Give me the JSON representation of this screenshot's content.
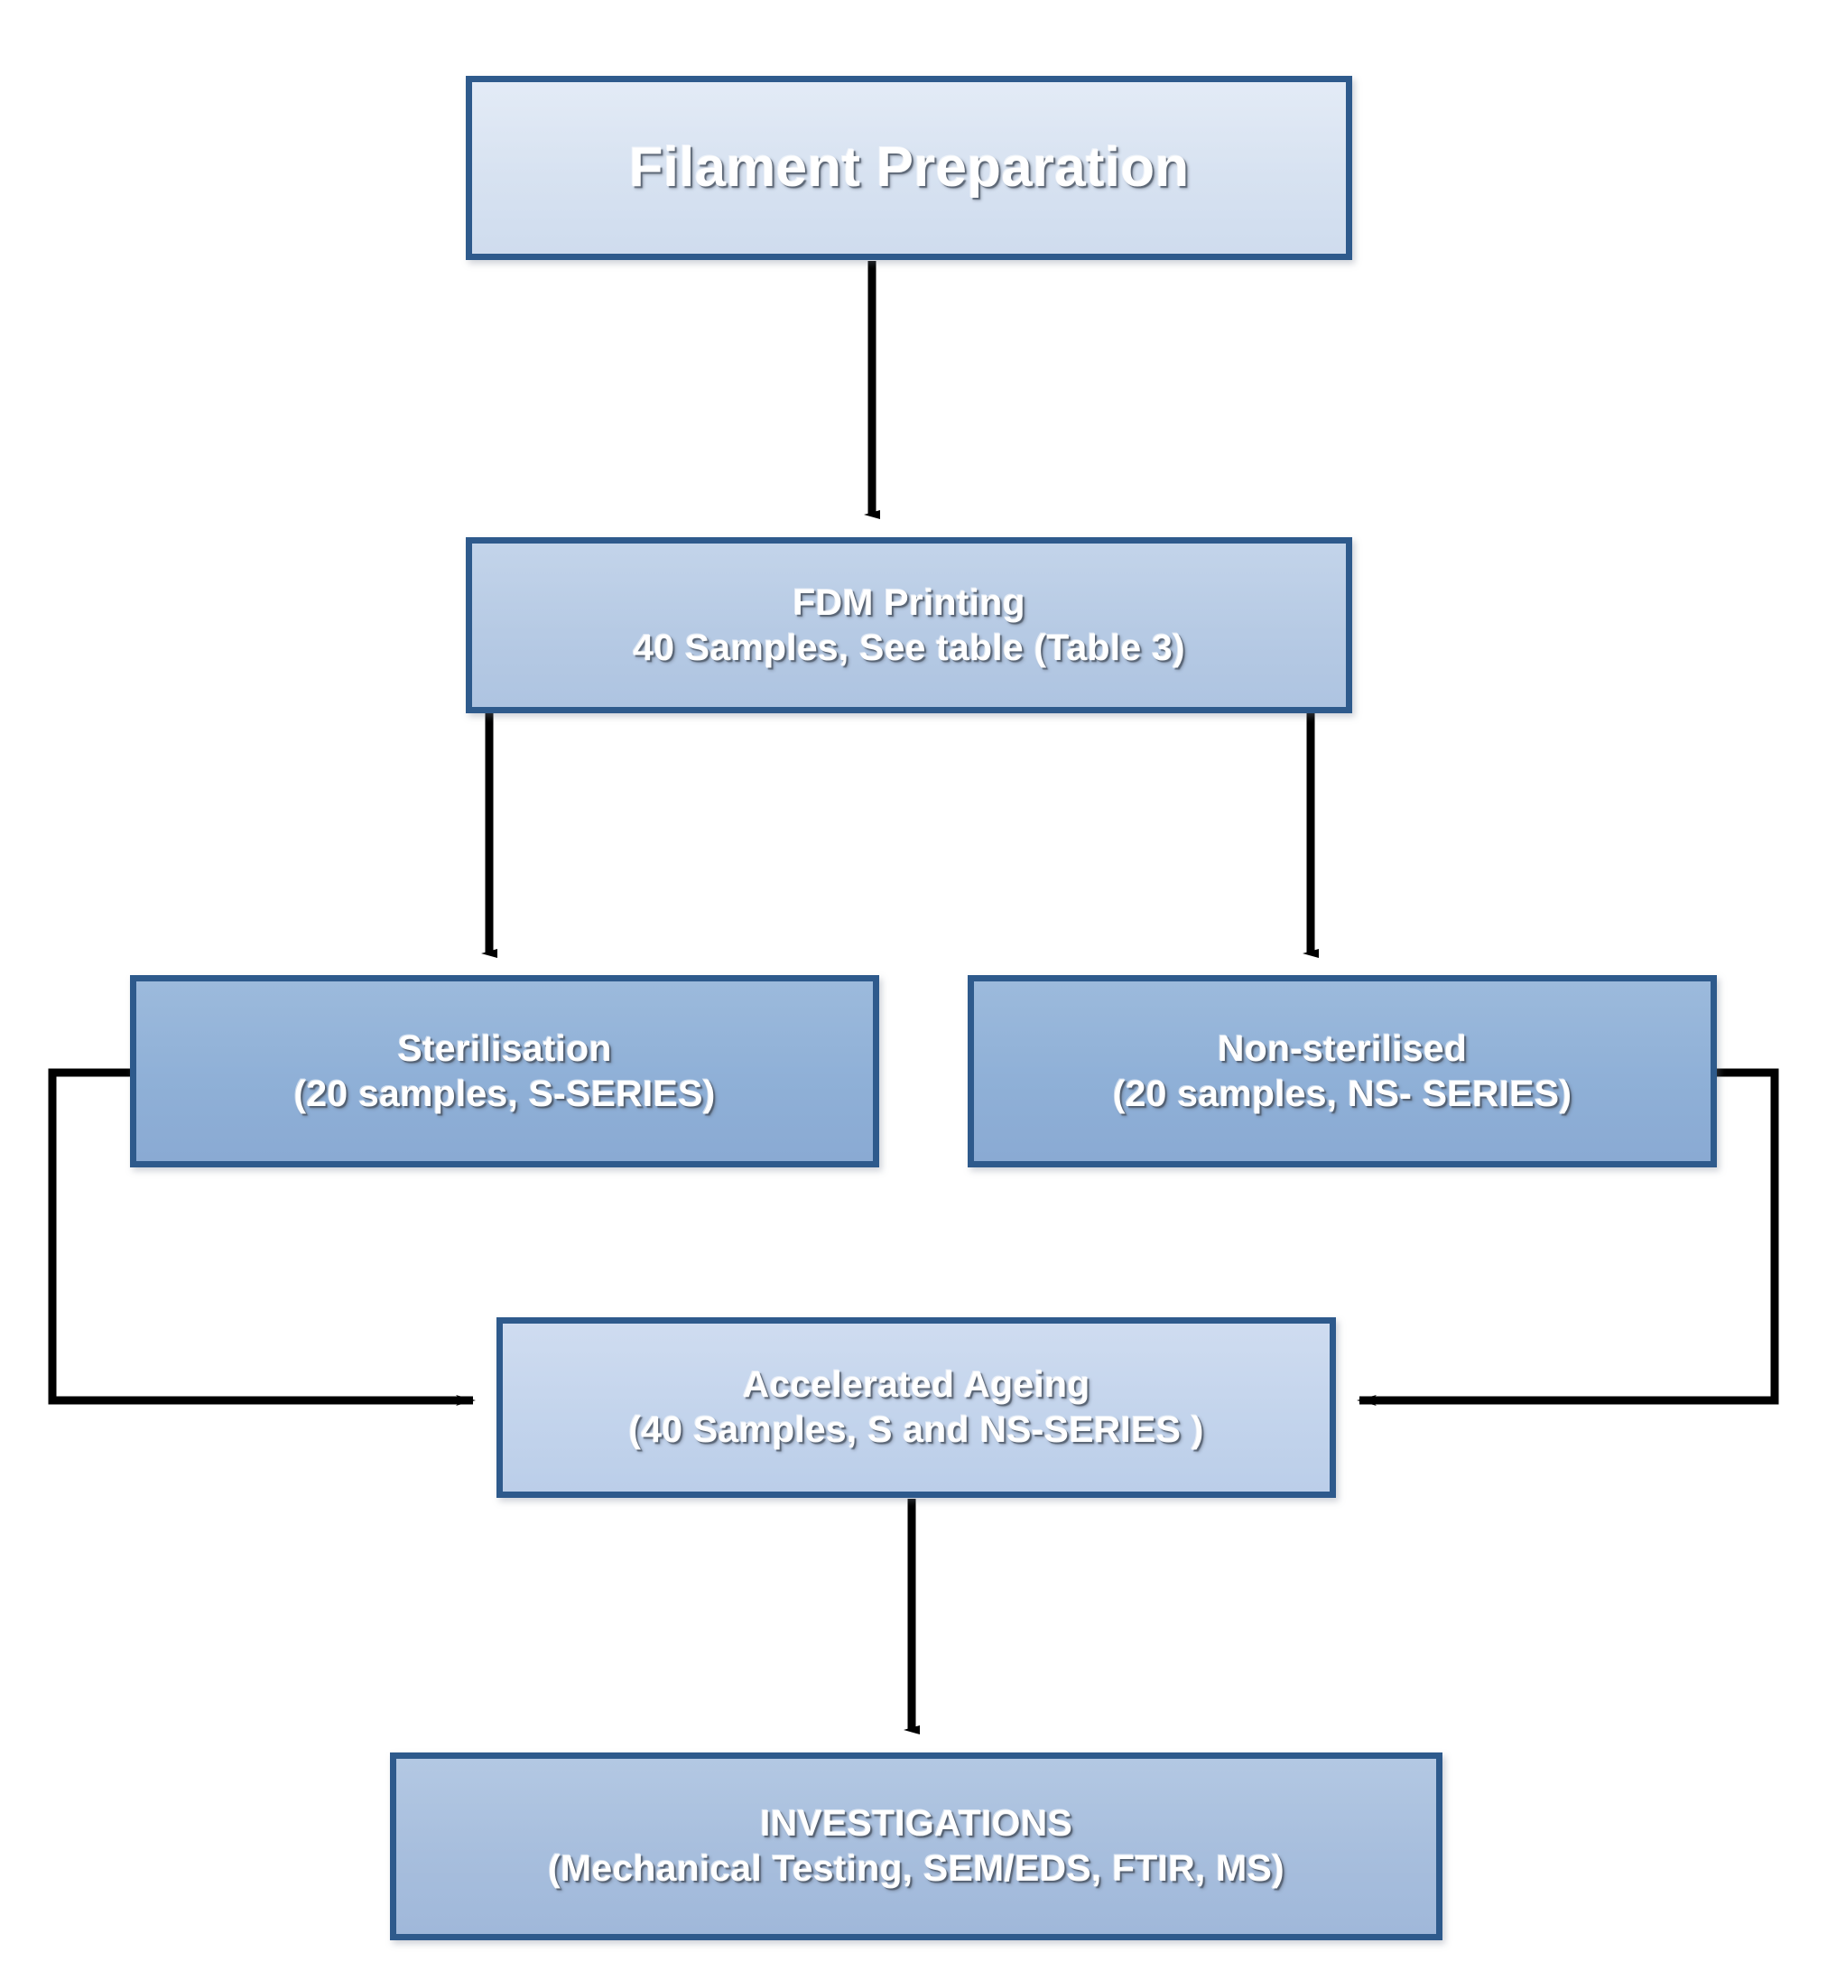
{
  "diagram": {
    "title": "Experimental workflow flowchart",
    "background_color": "#ffffff",
    "border_color": "#2e5a8c",
    "connector_color": "#000000",
    "nodes": [
      {
        "id": "filament-preparation",
        "line1": "Filament Preparation",
        "line2": "",
        "fill_color": "#d7e2f1"
      },
      {
        "id": "fdm-printing",
        "line1": "FDM Printing",
        "line2": "40 Samples, See table (Table 3)",
        "fill_color": "#b6cae4"
      },
      {
        "id": "sterilisation",
        "line1": "Sterilisation",
        "line2": "(20 samples, S-SERIES)",
        "fill_color": "#8fb0d7"
      },
      {
        "id": "non-sterilised",
        "line1": "Non-sterilised",
        "line2": "(20 samples, NS- SERIES)",
        "fill_color": "#8fb0d7"
      },
      {
        "id": "accelerated-ageing",
        "line1": "Accelerated Ageing",
        "line2": "(40 Samples, S and NS-SERIES )",
        "fill_color": "#c3d4ec"
      },
      {
        "id": "investigations",
        "line1": "INVESTIGATIONS",
        "line2": "(Mechanical Testing, SEM/EDS, FTIR, MS)",
        "fill_color": "#a7bedd"
      }
    ],
    "connectors": [
      {
        "id": "filament-to-fdm",
        "from": "filament-preparation",
        "to": "fdm-printing",
        "direction": "down"
      },
      {
        "id": "fdm-to-sterilisation",
        "from": "fdm-printing",
        "to": "sterilisation",
        "direction": "down-left"
      },
      {
        "id": "fdm-to-non-sterilised",
        "from": "fdm-printing",
        "to": "non-sterilised",
        "direction": "down-right"
      },
      {
        "id": "sterilisation-to-ageing",
        "from": "sterilisation",
        "to": "accelerated-ageing",
        "direction": "left-around-right"
      },
      {
        "id": "non-sterilised-to-ageing",
        "from": "non-sterilised",
        "to": "accelerated-ageing",
        "direction": "right-around-left"
      },
      {
        "id": "ageing-to-investigations",
        "from": "accelerated-ageing",
        "to": "investigations",
        "direction": "down"
      }
    ]
  }
}
